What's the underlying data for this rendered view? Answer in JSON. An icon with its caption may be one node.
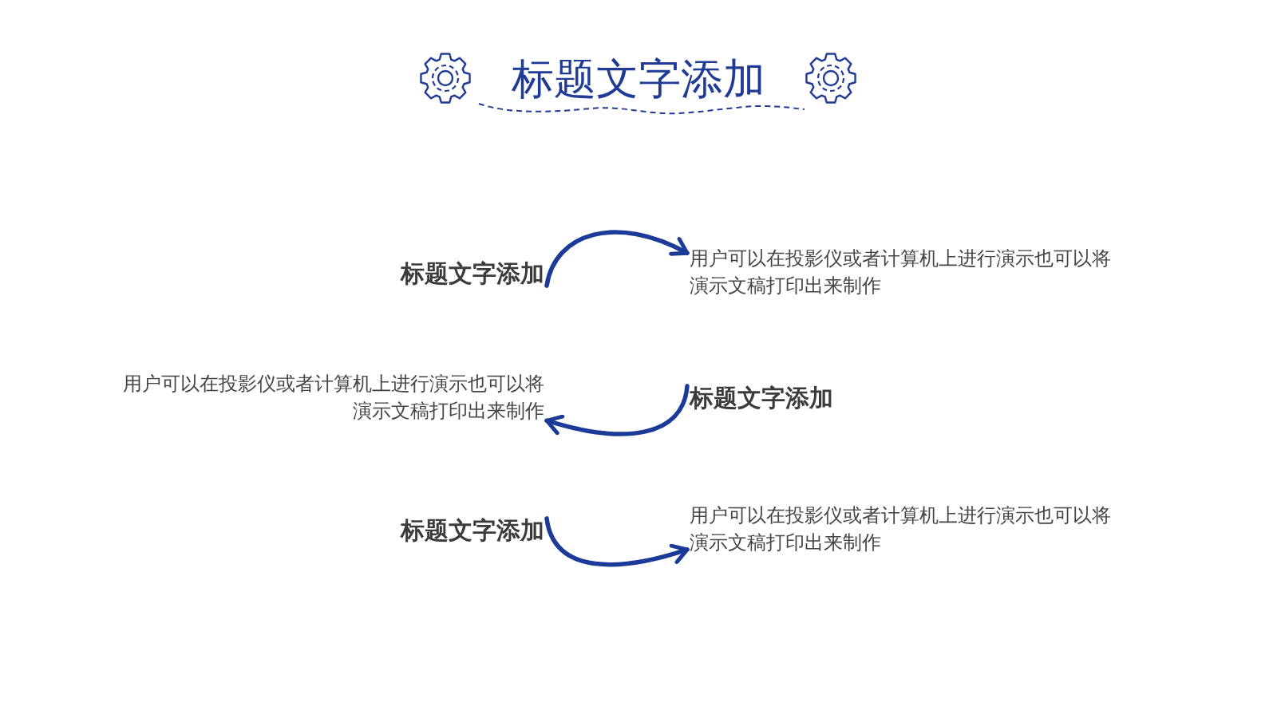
{
  "diagram": {
    "title": "标题文字添加",
    "nodes": [
      {
        "text": [
          "标题文字添加"
        ]
      },
      {
        "text": [
          "用户可以在投影仪或者计算机上进行演示也可以将演示文稿打印出来制作"
        ]
      },
      {
        "text": [
          "用户可以在投影仪或者计算机上进行演示也可以将演示文稿打印出来制作"
        ]
      },
      {
        "text": [
          "标题文字添加"
        ]
      },
      {
        "text": [
          "标题文字添加"
        ]
      },
      {
        "text": [
          "用户可以在投影仪或者计算机上进行演示也可以将演示文稿打印出来制作"
        ]
      }
    ],
    "edges": [
      {
        "from": 0,
        "to": 1,
        "arrow": "to"
      },
      {
        "from": 3,
        "to": 2,
        "arrow": "to"
      },
      {
        "from": 4,
        "to": 5,
        "arrow": "to"
      }
    ]
  }
}
